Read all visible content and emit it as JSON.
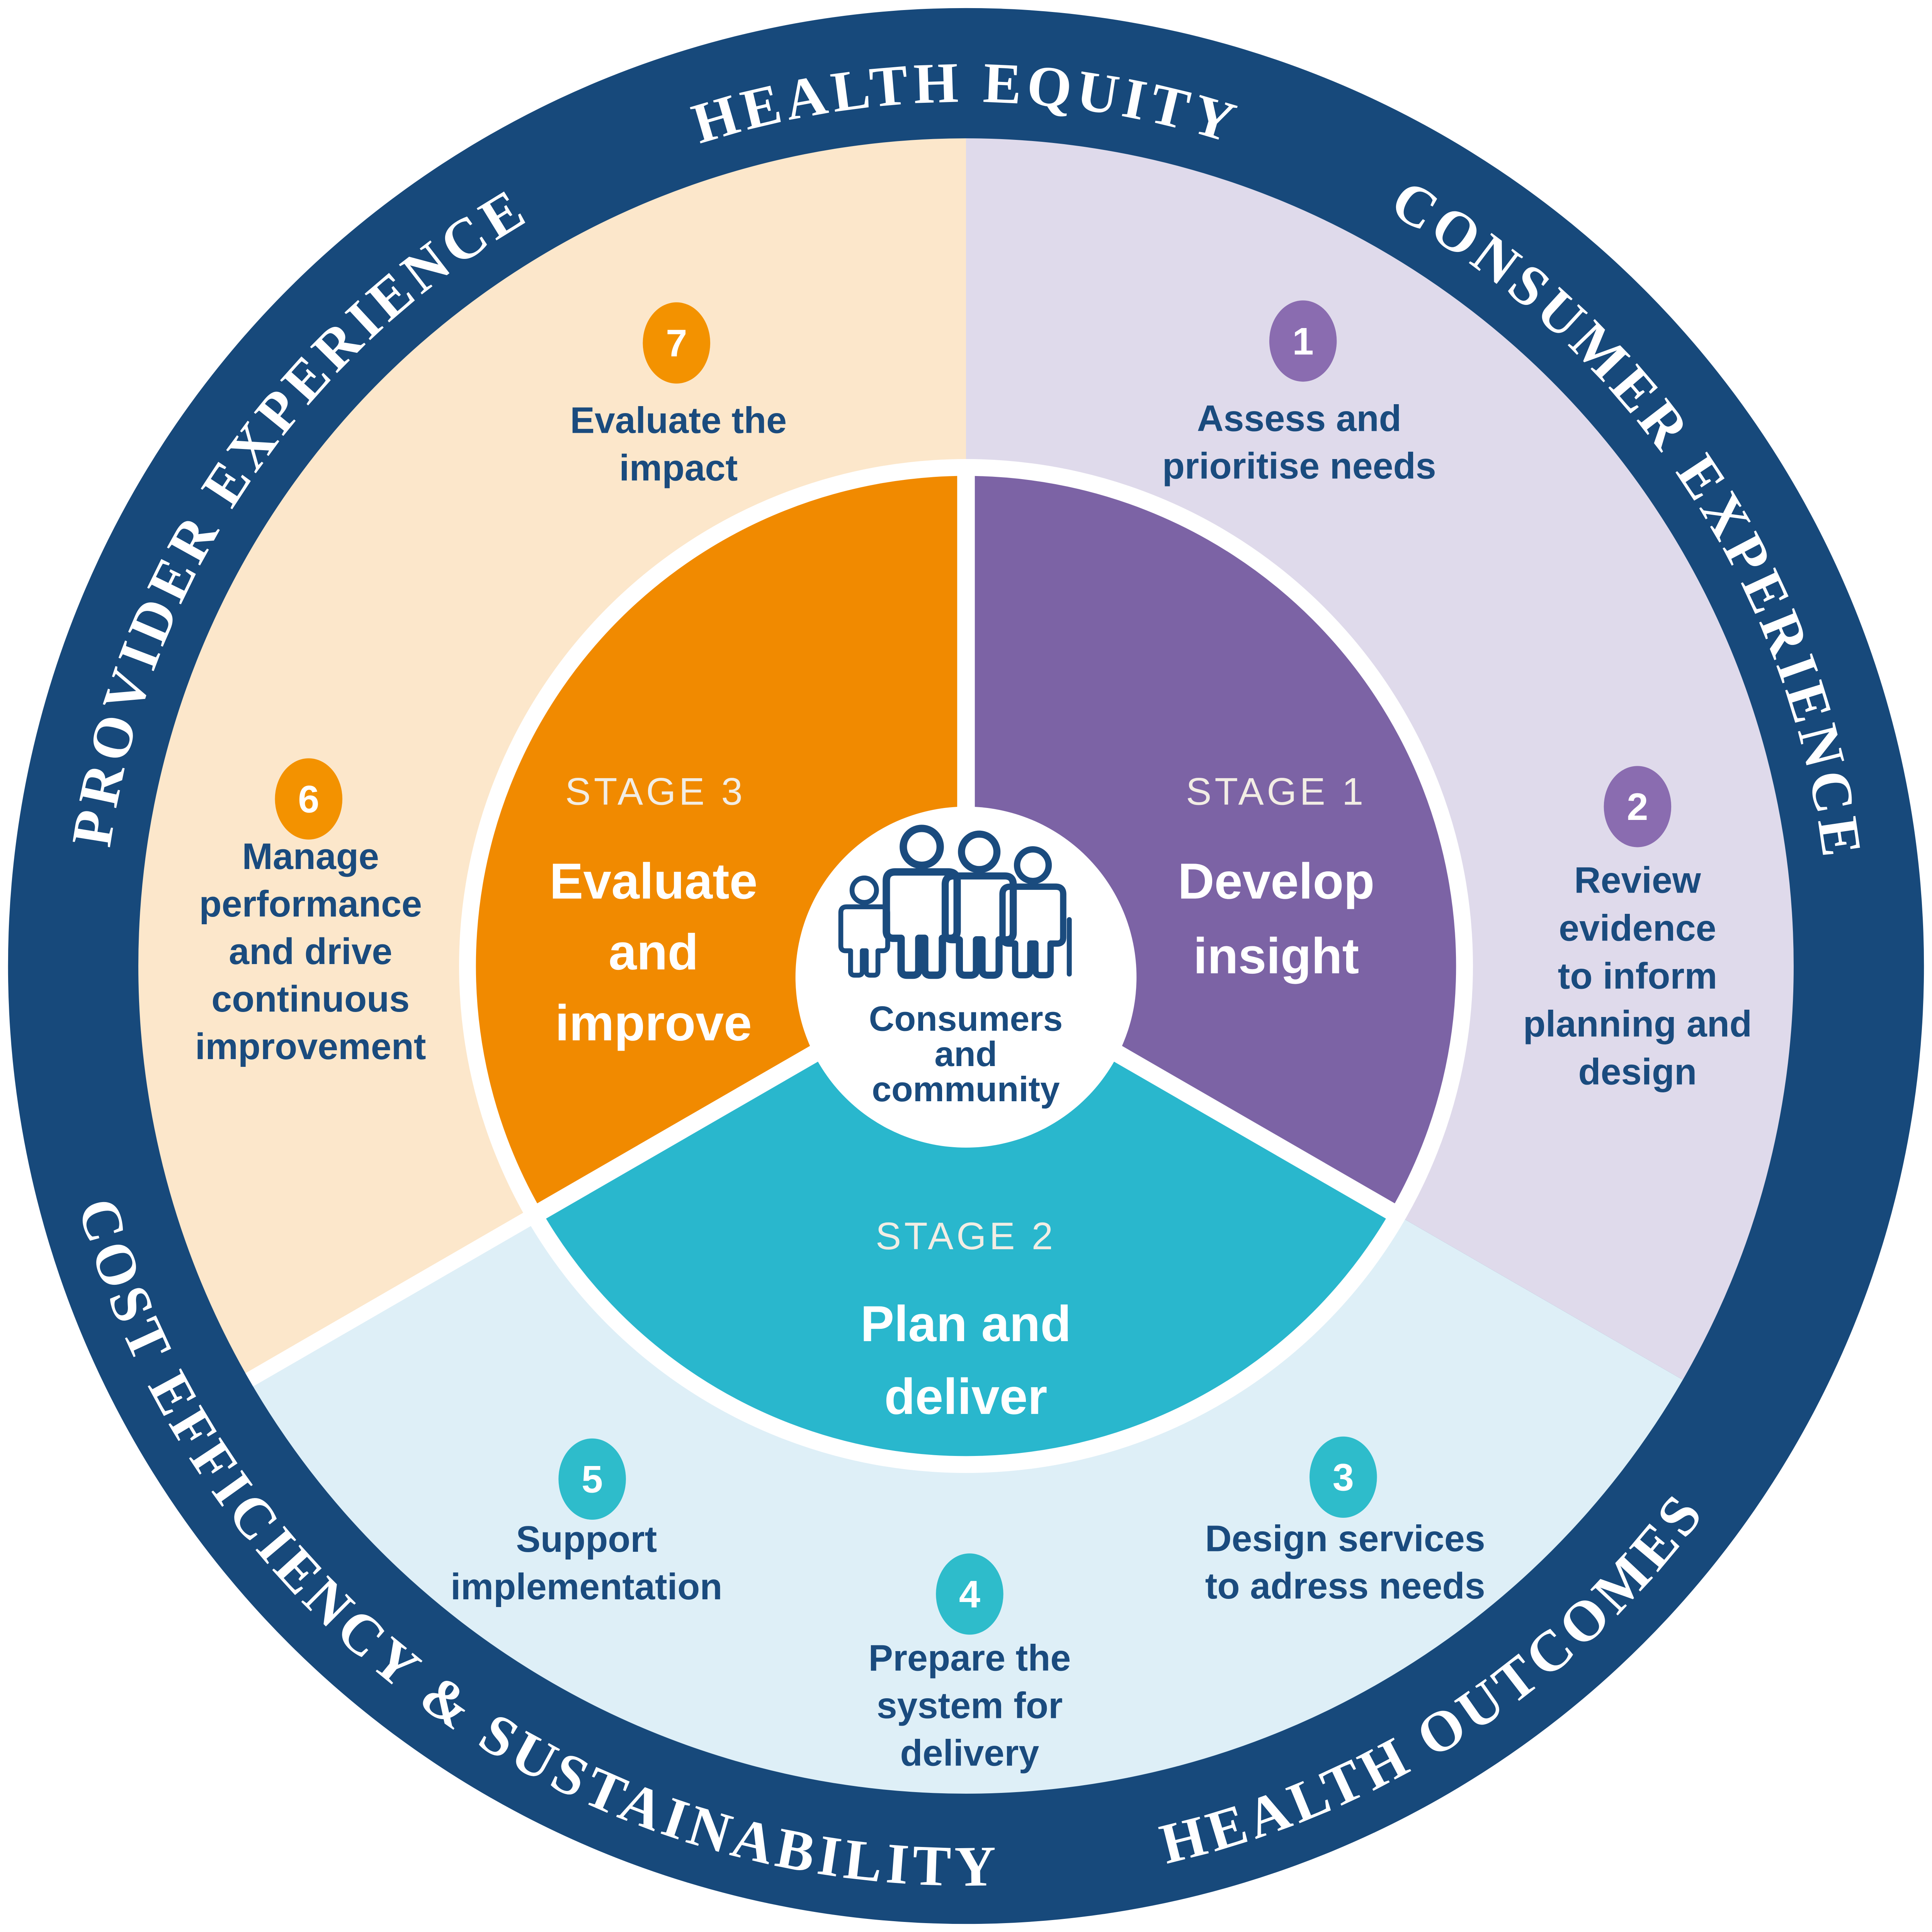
{
  "outer_ring": {
    "color": "#17497B",
    "labels": {
      "top": "HEALTH EQUITY",
      "right": "CONSUMER EXPERIENCE",
      "bottom_right": "HEALTH OUTCOMES",
      "bottom_left": "COST EFFICIENCY & SUSTAINABILITY",
      "left": "PROVIDER EXPERIENCE"
    }
  },
  "stages": [
    {
      "label": "STAGE 1",
      "title": "Develop insight",
      "lines": [
        "Develop",
        "insight"
      ],
      "color": "#7C63A5",
      "pale_color": "#DFDAEB"
    },
    {
      "label": "STAGE 2",
      "title": "Plan and deliver",
      "lines": [
        "Plan and",
        "deliver"
      ],
      "color": "#29B7CD",
      "pale_color": "#DEEFF7"
    },
    {
      "label": "STAGE 3",
      "title": "Evaluate and improve",
      "lines": [
        "Evaluate",
        "and",
        "improve"
      ],
      "color": "#F18A00",
      "pale_color": "#FCE7CB"
    }
  ],
  "steps": [
    {
      "number": "1",
      "text": "Assess and prioritise needs",
      "lines": [
        "Assess and",
        "prioritise needs"
      ],
      "badge_color": "#8A6CB0"
    },
    {
      "number": "2",
      "text": "Review evidence to inform planning and design",
      "lines": [
        "Review",
        "evidence",
        "to inform",
        "planning and",
        "design"
      ],
      "badge_color": "#8A6CB0"
    },
    {
      "number": "3",
      "text": "Design services to adress needs",
      "lines": [
        "Design services",
        "to adress needs"
      ],
      "badge_color": "#2EBCCB"
    },
    {
      "number": "4",
      "text": "Prepare the system for delivery",
      "lines": [
        "Prepare the",
        "system for",
        "delivery"
      ],
      "badge_color": "#2EBCCB"
    },
    {
      "number": "5",
      "text": "Support implementation",
      "lines": [
        "Support",
        "implementation"
      ],
      "badge_color": "#2EBCCB"
    },
    {
      "number": "6",
      "text": "Manage performance and drive continuous improvement",
      "lines": [
        "Manage",
        "performance",
        "and drive",
        "continuous",
        "improvement"
      ],
      "badge_color": "#F39200"
    },
    {
      "number": "7",
      "text": "Evaluate the impact",
      "lines": [
        "Evaluate the",
        "impact"
      ],
      "badge_color": "#F39200"
    }
  ],
  "center": {
    "icon": "people-group-icon",
    "text": "Consumers and community",
    "lines": [
      "Consumers",
      "and",
      "community"
    ]
  },
  "colors": {
    "navy": "#17497B",
    "text_navy": "#1A4B7E",
    "white": "#FFFFFF",
    "stage_label": "#F2EDE4"
  }
}
